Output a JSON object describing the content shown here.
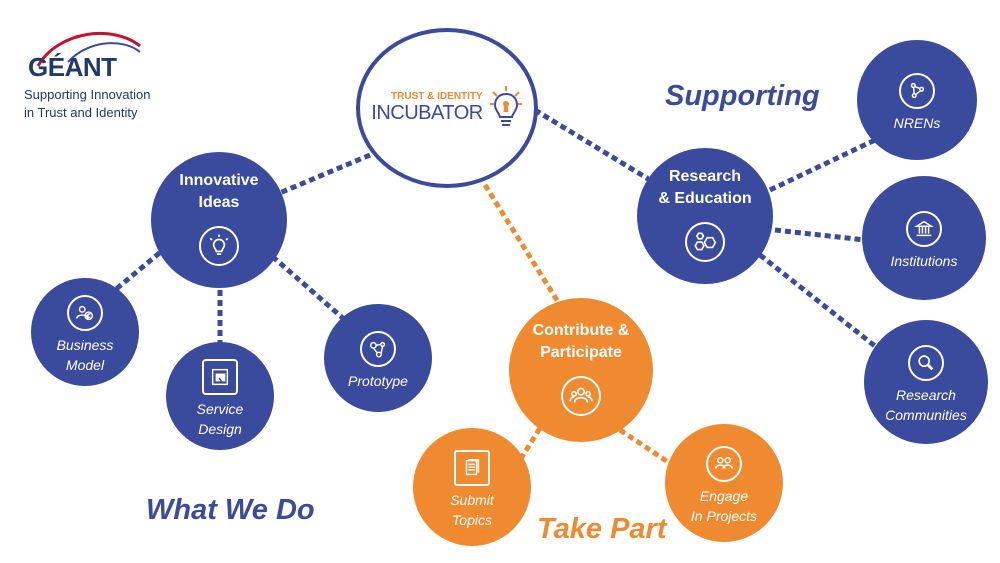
{
  "logo": {
    "name": "GÉANT",
    "tagline": "Supporting Innovation\nin Trust and Identity"
  },
  "center": {
    "line1": "TRUST & IDENTITY",
    "line2": "INCUBATOR",
    "icon": "lightbulb-keyhole-icon"
  },
  "sections": {
    "supporting": "Supporting",
    "what_we_do": "What We Do",
    "take_part": "Take Part"
  },
  "nodes": {
    "innovative_ideas": {
      "label": "Innovative\nIdeas",
      "icon": "lightbulb-icon"
    },
    "business_model": {
      "label": "Business\nModel",
      "icon": "people-euro-icon"
    },
    "service_design": {
      "label": "Service\nDesign",
      "icon": "design-icon"
    },
    "prototype": {
      "label": "Prototype",
      "icon": "prototype-icon"
    },
    "research_education": {
      "label": "Research\n& Education",
      "icon": "hexagons-icon"
    },
    "nrens": {
      "label": "NRENs",
      "icon": "network-icon"
    },
    "institutions": {
      "label": "Institutions",
      "icon": "institution-icon"
    },
    "research_communities": {
      "label": "Research\nCommunities",
      "icon": "magnifier-icon"
    },
    "contribute": {
      "label": "Contribute &\nParticipate",
      "icon": "group-icon"
    },
    "submit_topics": {
      "label": "Submit\nTopics",
      "icon": "document-icon"
    },
    "engage": {
      "label": "Engage\nIn Projects",
      "icon": "people-icon"
    }
  },
  "colors": {
    "blue": "#3a4a9c",
    "orange": "#ef8a30",
    "logo_red": "#c8102e"
  }
}
